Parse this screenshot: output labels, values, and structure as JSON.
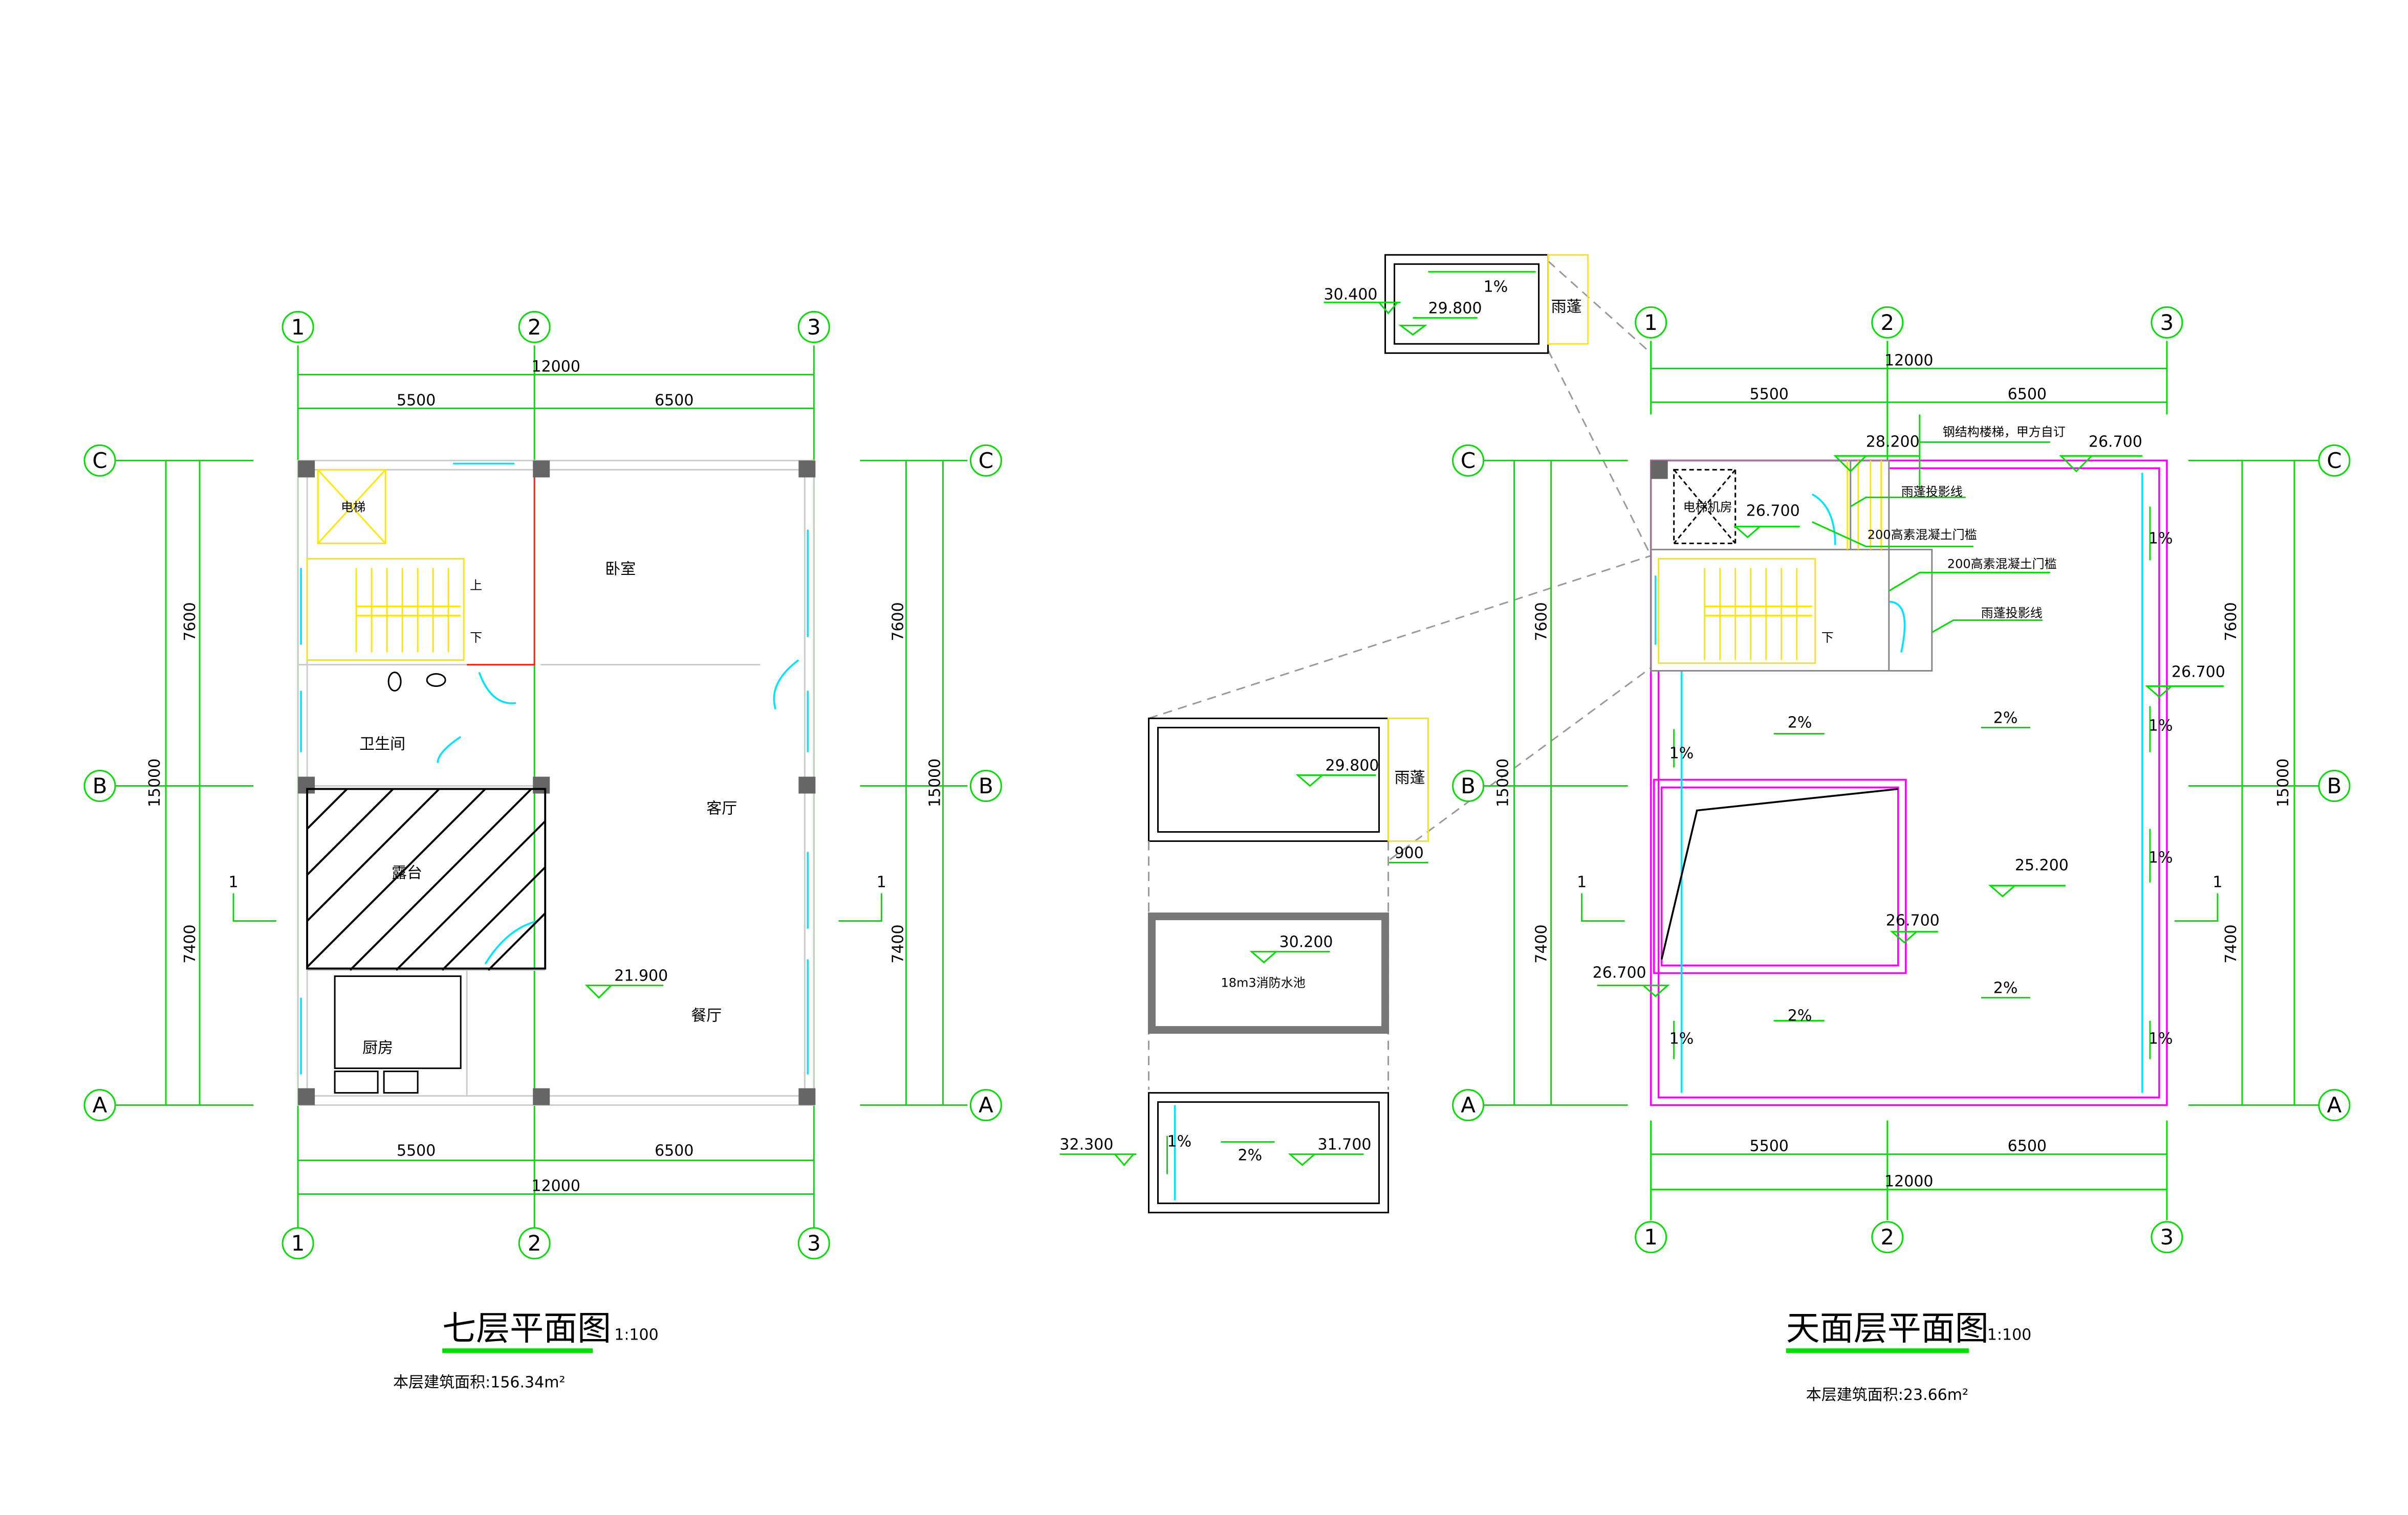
{
  "left_plan": {
    "title": "七层平面图",
    "scale": "1:100",
    "area_label": "本层建筑面积:156.34m²",
    "axes_cols": [
      "1",
      "2",
      "3"
    ],
    "axes_rows": [
      "C",
      "B",
      "A"
    ],
    "dims_top": {
      "total": "12000",
      "seg1": "5500",
      "seg2": "6500"
    },
    "dims_bottom": {
      "total": "12000",
      "seg1": "5500",
      "seg2": "6500"
    },
    "dims_side": {
      "total": "15000",
      "upper": "7600",
      "lower": "7400"
    },
    "section_mark": "1",
    "rooms": {
      "elevator": "电梯",
      "up": "上",
      "down": "下",
      "bedroom": "卧室",
      "bathroom": "卫生间",
      "terrace": "露台",
      "living": "客厅",
      "dining": "餐厅",
      "kitchen": "厨房"
    },
    "elevation": "21.900"
  },
  "right_plan": {
    "title": "天面层平面图",
    "scale": "1:100",
    "area_label": "本层建筑面积:23.66m²",
    "axes_cols": [
      "1",
      "2",
      "3"
    ],
    "axes_rows": [
      "C",
      "B",
      "A"
    ],
    "dims_top": {
      "total": "12000",
      "seg1": "5500",
      "seg2": "6500"
    },
    "dims_bottom": {
      "total": "12000",
      "seg1": "5500",
      "seg2": "6500"
    },
    "dims_side": {
      "total": "15000",
      "upper": "7600",
      "lower": "7400"
    },
    "section_mark": "1",
    "labels": {
      "machine_room": "电梯机房",
      "down": "下",
      "steel_stair": "钢结构楼梯，甲方自订",
      "canopy_line_1": "雨蓬投影线",
      "canopy_line_2": "雨蓬投影线",
      "threshold_1": "200高素混凝土门槛",
      "threshold_2": "200高素混凝土门槛"
    },
    "elevations": {
      "e1": "28.200",
      "e2": "26.700",
      "e3": "26.700",
      "e4": "26.700",
      "e5": "25.200",
      "e6": "26.700",
      "e7": "26.700"
    },
    "slopes": {
      "s1": "1%",
      "s2": "2%",
      "s3": "2%",
      "s4": "1%",
      "s5": "1%",
      "s6": "1%",
      "s7": "2%",
      "s8": "2%",
      "s9": "1%",
      "s10": "1%"
    }
  },
  "details": {
    "top": {
      "elev_outer": "30.400",
      "elev_inner": "29.800",
      "slope": "1%",
      "canopy": "雨蓬"
    },
    "mid": {
      "elev": "29.800",
      "canopy": "雨蓬",
      "dim": "900"
    },
    "tank": {
      "elev": "30.200",
      "label": "18m3消防水池"
    },
    "bottom": {
      "elev_outer": "32.300",
      "elev_inner": "31.700",
      "slope1": "1%",
      "slope2": "2%"
    }
  }
}
